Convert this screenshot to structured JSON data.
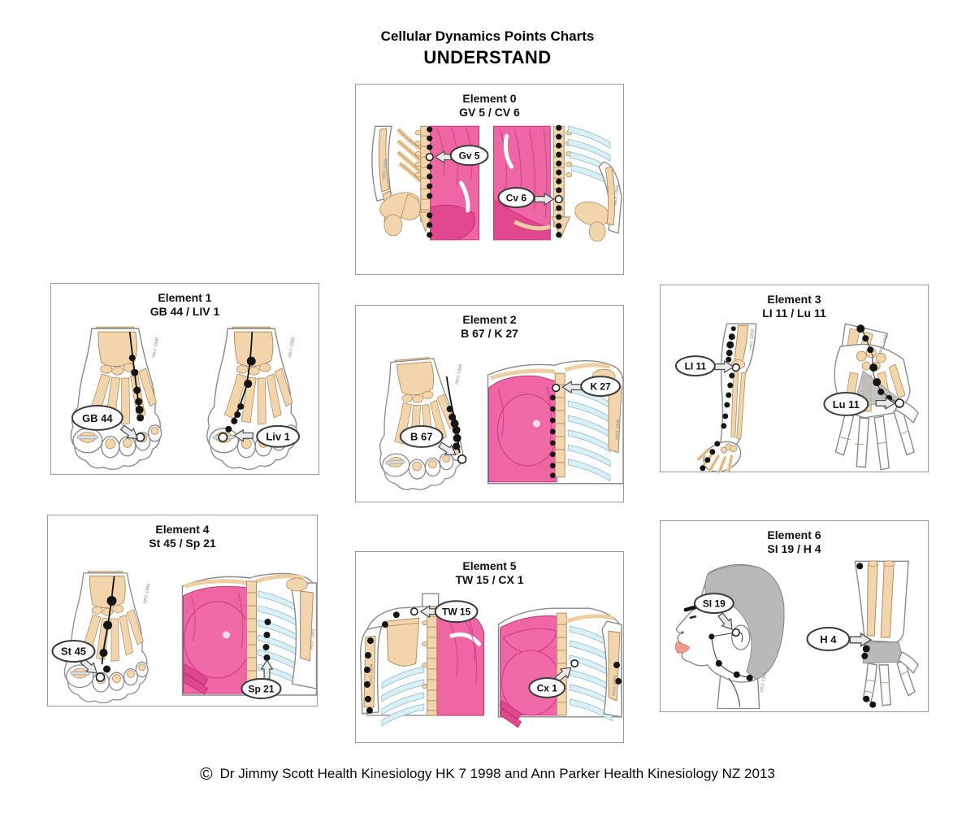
{
  "page": {
    "title": "Cellular Dynamics Points Charts",
    "subtitle": "UNDERSTAND",
    "footer_symbol": "©",
    "footer_text": "Dr Jimmy Scott Health Kinesiology HK 7 1998 and Ann Parker Health Kinesiology NZ 2013"
  },
  "watermark": "HK© 1998",
  "colors": {
    "muscle_pink": "#ee66a3",
    "muscle_pink_light": "#f06aa8",
    "muscle_pink_dark": "#e0478d",
    "skin": "#f3d5ad",
    "rib_blue": "#daf0f6",
    "hair_gray": "#b9b9b9",
    "panel_border": "#9a9a9a"
  },
  "panels": [
    {
      "heading": "Element 0",
      "subheading": "GV 5 / CV 6",
      "labels": [
        "Gv 5",
        "Cv 6"
      ]
    },
    {
      "heading": "Element 1",
      "subheading": "GB 44 / LIV 1",
      "labels": [
        "GB 44",
        "Liv 1"
      ]
    },
    {
      "heading": "Element 2",
      "subheading": "B 67 / K 27",
      "labels": [
        "B 67",
        "K 27"
      ]
    },
    {
      "heading": "Element 3",
      "subheading": "LI 11 / Lu 11",
      "labels": [
        "LI 11",
        "Lu 11"
      ]
    },
    {
      "heading": "Element 4",
      "subheading": "St 45 / Sp 21",
      "labels": [
        "St 45",
        "Sp 21"
      ]
    },
    {
      "heading": "Element 5",
      "subheading": "TW 15 / CX 1",
      "labels": [
        "TW 15",
        "Cx 1"
      ]
    },
    {
      "heading": "Element 6",
      "subheading": "SI 19 / H 4",
      "labels": [
        "SI 19",
        "H 4"
      ]
    }
  ]
}
